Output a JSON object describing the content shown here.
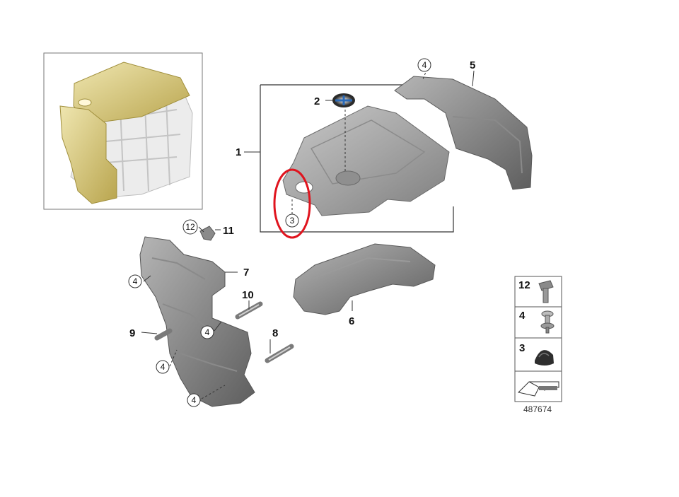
{
  "callouts": {
    "c1": "1",
    "c2": "2",
    "c3": "3",
    "c4a": "4",
    "c5": "5",
    "c6": "6",
    "c7": "7",
    "c8": "8",
    "c9": "9",
    "c10": "10",
    "c11": "11",
    "c12": "12",
    "c4b": "4",
    "c4c": "4",
    "c4d": "4",
    "c4e": "4"
  },
  "legend": {
    "row1": "12",
    "row2": "4",
    "row3": "3"
  },
  "diagram_id": "487674",
  "colors": {
    "highlight_ring": "#e0141e",
    "engine_cover_highlight": "#d8c98a",
    "part_gray": "#9a9a9a"
  }
}
